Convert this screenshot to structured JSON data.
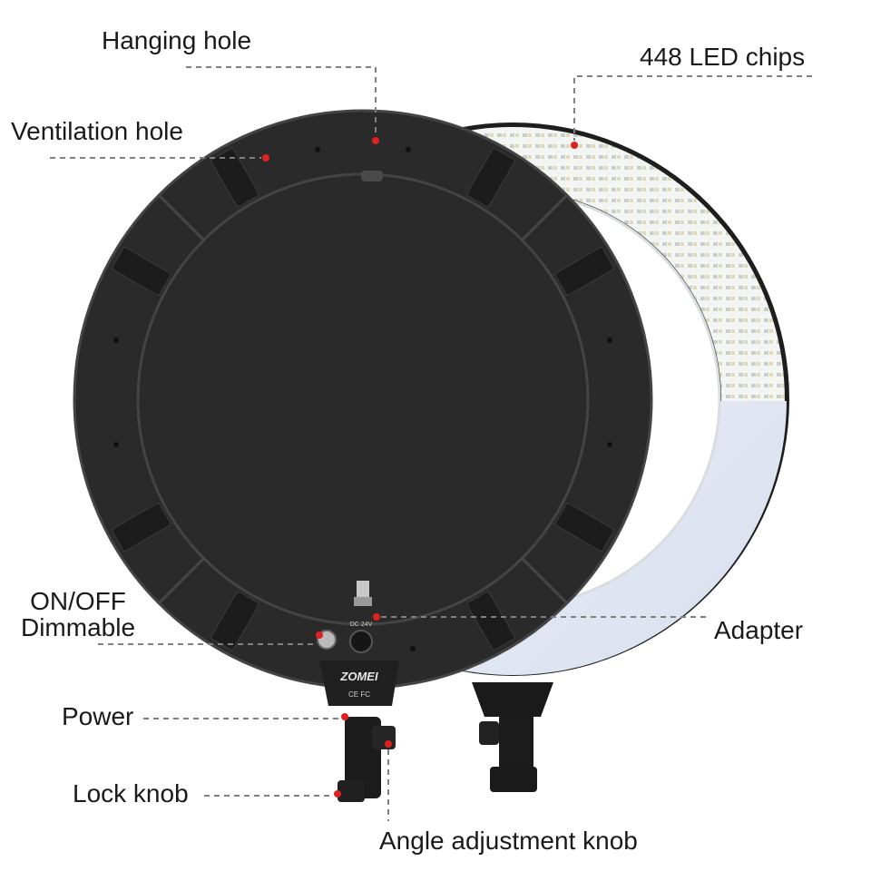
{
  "labels": {
    "hanging_hole": "Hanging hole",
    "led_chips": "448 LED chips",
    "ventilation_hole": "Ventilation hole",
    "on_off": "ON/OFF",
    "dimmable": "Dimmable",
    "adapter": "Adapter",
    "power": "Power",
    "lock_knob": "Lock knob",
    "angle_knob": "Angle adjustment knob"
  },
  "device": {
    "brand": "ZOMEI",
    "certifications": "CE FC",
    "dc_input": "DC 24V"
  },
  "colors": {
    "ring_body": "#2b2b2b",
    "diffuser": "#e9edf7",
    "led_panel": "#f4f6f4",
    "marker": "#e02020",
    "leader_line": "#808080"
  }
}
